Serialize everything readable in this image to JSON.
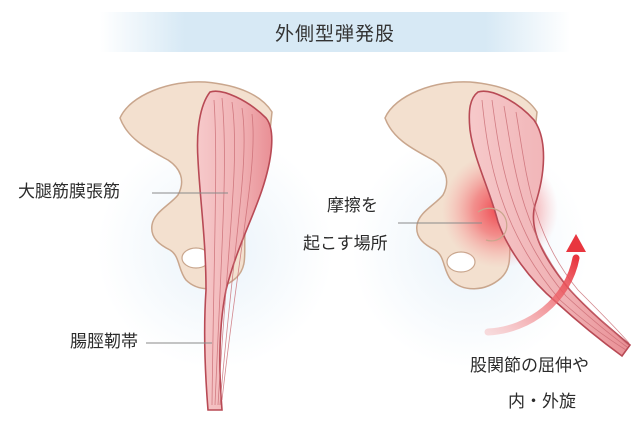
{
  "title": "外側型弾発股",
  "left_panel": {
    "label_upper": "大腿筋膜張筋",
    "label_lower": "腸脛靭帯"
  },
  "right_panel": {
    "pain_label_line1": "摩擦を",
    "pain_label_line2": "起こす場所",
    "motion_label_line1": "股関節の屈伸や",
    "motion_label_line2": "内・外旋"
  },
  "colors": {
    "title_band": "#d7e9f5",
    "bone": "#f3e0cf",
    "bone_outline": "#c9a68d",
    "muscle": "#f0b7b9",
    "muscle_outline": "#b84a55",
    "halo": "#e8f2f9",
    "pain": "#ee3c45",
    "arrow": "#e8363f"
  },
  "icons": {
    "motion_arrow": "curved-arrow-icon"
  }
}
